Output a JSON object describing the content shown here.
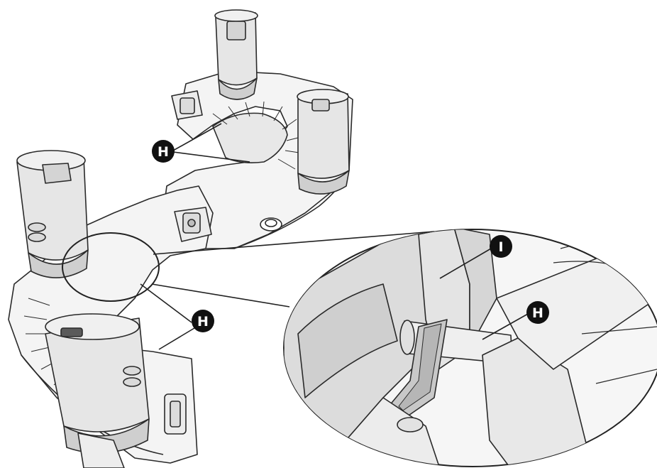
{
  "colors": {
    "stroke": "#2a2a2a",
    "fill_light": "#f2f2f2",
    "fill_mid": "#e2e2e2",
    "fill_dark": "#c9c9c9",
    "callout_fill": "#111111",
    "callout_text": "#ffffff"
  },
  "callouts": {
    "h_top": "H",
    "h_left": "H",
    "h_zoom": "H",
    "i_zoom": "I"
  }
}
